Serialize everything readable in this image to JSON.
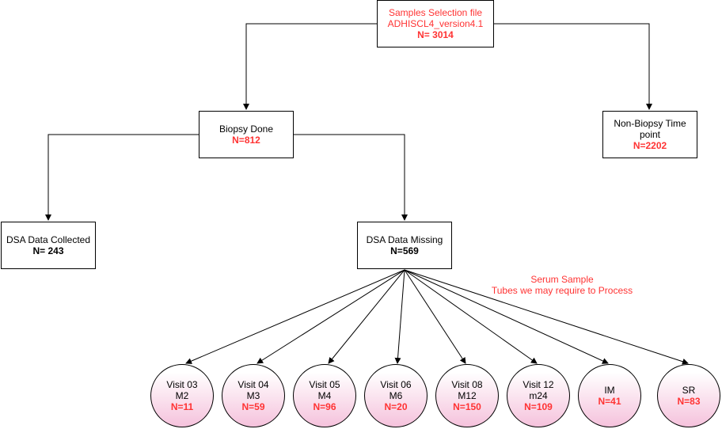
{
  "colors": {
    "accent_red": "#ff3333",
    "circle_fill_bottom": "#f5c2dc",
    "line": "#000000"
  },
  "root": {
    "line1": "Samples Selection file",
    "line2": "ADHISCL4_version4.1",
    "count": "N= 3014"
  },
  "biopsy_done": {
    "label": "Biopsy Done",
    "count": "N=812"
  },
  "non_biopsy": {
    "line1": "Non-Biopsy Time",
    "line2": "point",
    "count": "N=2202"
  },
  "dsa_collected": {
    "label": "DSA Data Collected",
    "count": "N= 243"
  },
  "dsa_missing": {
    "label": "DSA Data Missing",
    "count": "N=569"
  },
  "serum_note": {
    "line1": "Serum Sample",
    "line2": "Tubes we may require to Process"
  },
  "visits": [
    {
      "line1": "Visit 03",
      "line2": "M2",
      "count": "N=11"
    },
    {
      "line1": "Visit 04",
      "line2": "M3",
      "count": "N=59"
    },
    {
      "line1": "Visit 05",
      "line2": "M4",
      "count": "N=96"
    },
    {
      "line1": "Visit 06",
      "line2": "M6",
      "count": "N=20"
    },
    {
      "line1": "Visit 08",
      "line2": "M12",
      "count": "N=150"
    },
    {
      "line1": "Visit 12",
      "line2": "m24",
      "count": "N=109"
    },
    {
      "line1": "IM",
      "line2": "",
      "count": "N=41"
    },
    {
      "line1": "SR",
      "line2": "",
      "count": "N=83"
    }
  ]
}
